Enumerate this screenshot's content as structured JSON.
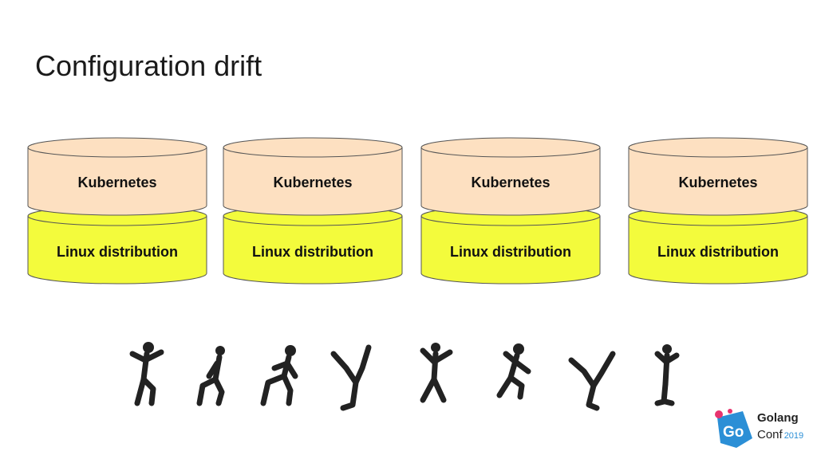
{
  "slide": {
    "title": "Configuration drift"
  },
  "stacks": [
    {
      "top_layer": "Kubernetes",
      "bottom_layer": "Linux distribution"
    },
    {
      "top_layer": "Kubernetes",
      "bottom_layer": "Linux distribution"
    },
    {
      "top_layer": "Kubernetes",
      "bottom_layer": "Linux distribution"
    },
    {
      "top_layer": "Kubernetes",
      "bottom_layer": "Linux distribution"
    }
  ],
  "colors": {
    "top_fill": "#fde0c1",
    "bottom_fill": "#f3fb3c",
    "outline": "#555555",
    "figure": "#222222",
    "logo_blue": "#2b8fd6",
    "logo_pink": "#e8336e"
  },
  "logo": {
    "mark": "Go",
    "line1": "Golang",
    "line2": "Conf",
    "year": "2019"
  }
}
